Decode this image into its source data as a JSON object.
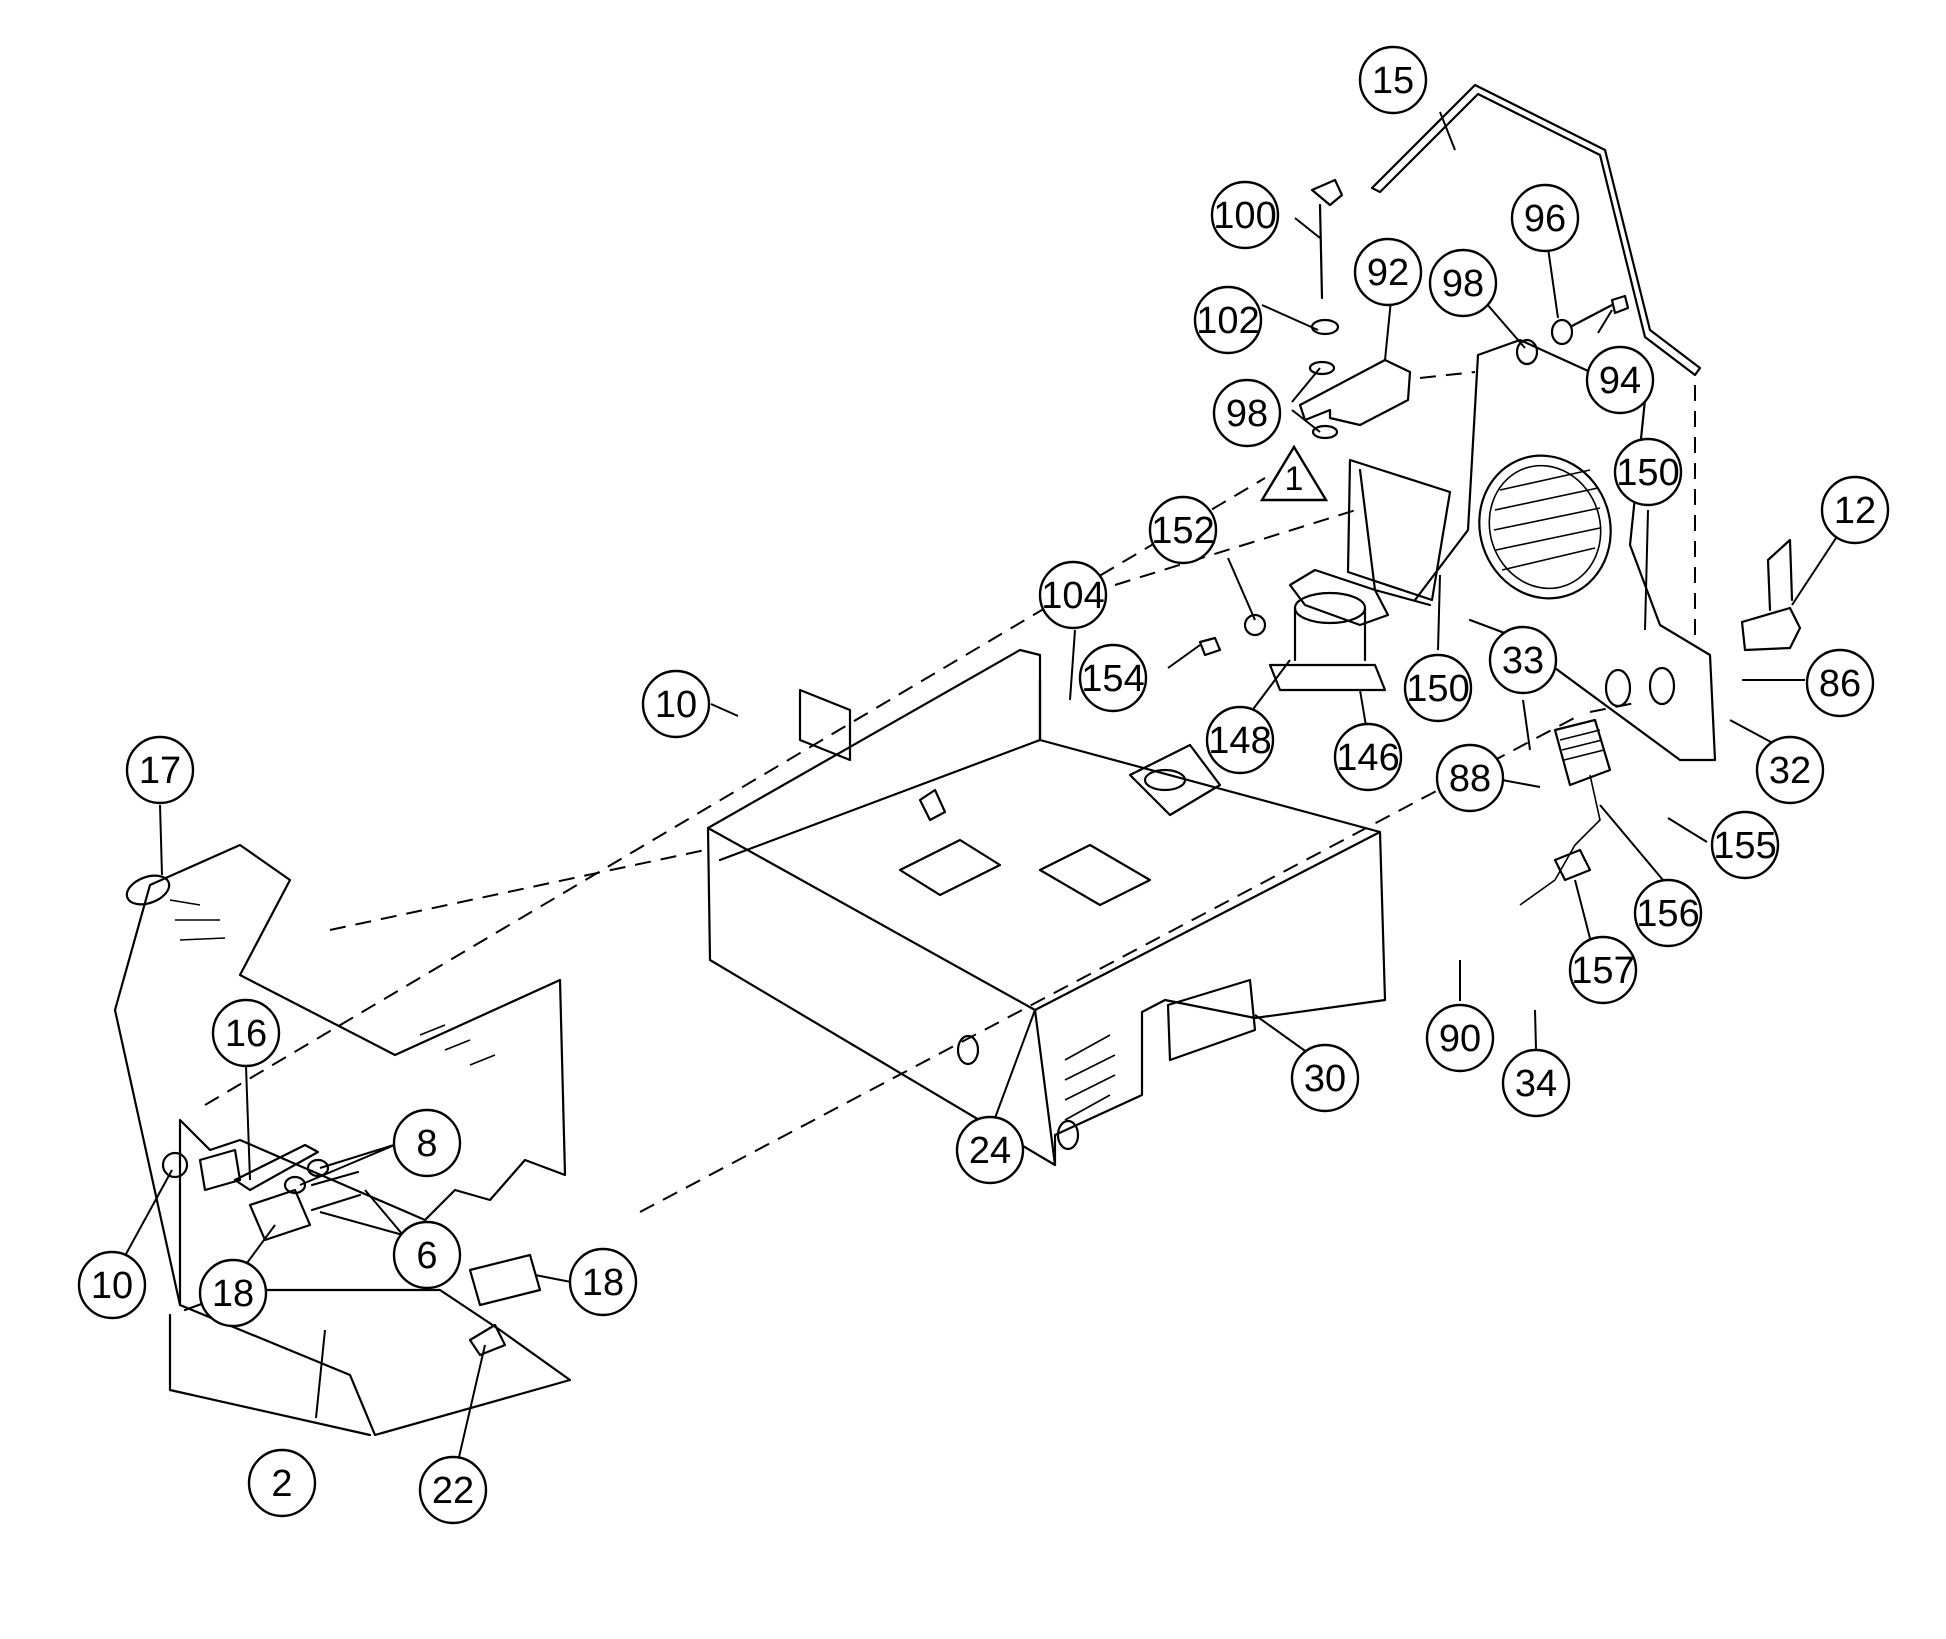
{
  "callouts": [
    {
      "id": "c-15",
      "label": "15"
    },
    {
      "id": "c-100",
      "label": "100"
    },
    {
      "id": "c-96",
      "label": "96"
    },
    {
      "id": "c-92",
      "label": "92"
    },
    {
      "id": "c-98a",
      "label": "98"
    },
    {
      "id": "c-102",
      "label": "102"
    },
    {
      "id": "c-94",
      "label": "94"
    },
    {
      "id": "c-98b",
      "label": "98"
    },
    {
      "id": "c-150a",
      "label": "150"
    },
    {
      "id": "c-12",
      "label": "12"
    },
    {
      "id": "c-152",
      "label": "152"
    },
    {
      "id": "c-104",
      "label": "104"
    },
    {
      "id": "c-154",
      "label": "154"
    },
    {
      "id": "c-150b",
      "label": "150"
    },
    {
      "id": "c-33",
      "label": "33"
    },
    {
      "id": "c-86",
      "label": "86"
    },
    {
      "id": "c-10a",
      "label": "10"
    },
    {
      "id": "c-148",
      "label": "148"
    },
    {
      "id": "c-146",
      "label": "146"
    },
    {
      "id": "c-32",
      "label": "32"
    },
    {
      "id": "c-17",
      "label": "17"
    },
    {
      "id": "c-88",
      "label": "88"
    },
    {
      "id": "c-155",
      "label": "155"
    },
    {
      "id": "c-156",
      "label": "156"
    },
    {
      "id": "c-157",
      "label": "157"
    },
    {
      "id": "c-16",
      "label": "16"
    },
    {
      "id": "c-90",
      "label": "90"
    },
    {
      "id": "c-30",
      "label": "30"
    },
    {
      "id": "c-34",
      "label": "34"
    },
    {
      "id": "c-8",
      "label": "8"
    },
    {
      "id": "c-24",
      "label": "24"
    },
    {
      "id": "c-6",
      "label": "6"
    },
    {
      "id": "c-10b",
      "label": "10"
    },
    {
      "id": "c-18a",
      "label": "18"
    },
    {
      "id": "c-18b",
      "label": "18"
    },
    {
      "id": "c-2",
      "label": "2"
    },
    {
      "id": "c-22",
      "label": "22"
    }
  ],
  "note_marker": {
    "label": "1"
  }
}
